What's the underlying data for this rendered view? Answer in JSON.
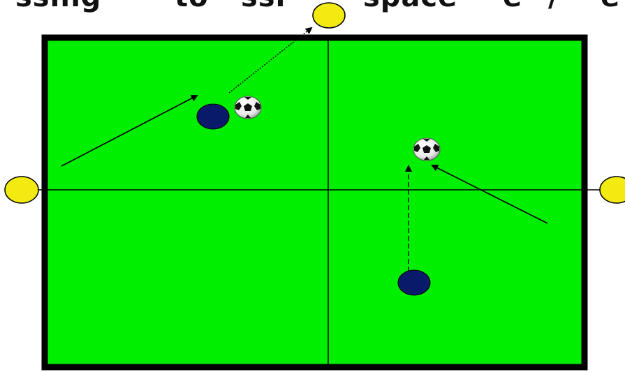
{
  "title_fragments": [
    "ssing",
    "to",
    "ssi",
    "space",
    "e",
    "/",
    "e"
  ],
  "colors": {
    "pitch": "#00ee00",
    "pitch_border": "#000000",
    "cone": "#f2ea10",
    "player": "#0a1a6b",
    "ball": "#ffffff",
    "arrow": "#000000"
  },
  "elements": {
    "cones": [
      "cone-top",
      "cone-left",
      "cone-right"
    ],
    "players": [
      "player-left",
      "player-right"
    ],
    "balls": [
      "ball-left",
      "ball-right"
    ],
    "arrows": [
      {
        "name": "run-arrow-left",
        "style": "solid"
      },
      {
        "name": "pass-arrow-top",
        "style": "dotted"
      },
      {
        "name": "run-arrow-right",
        "style": "solid"
      },
      {
        "name": "pass-arrow-right",
        "style": "dashed"
      }
    ]
  }
}
